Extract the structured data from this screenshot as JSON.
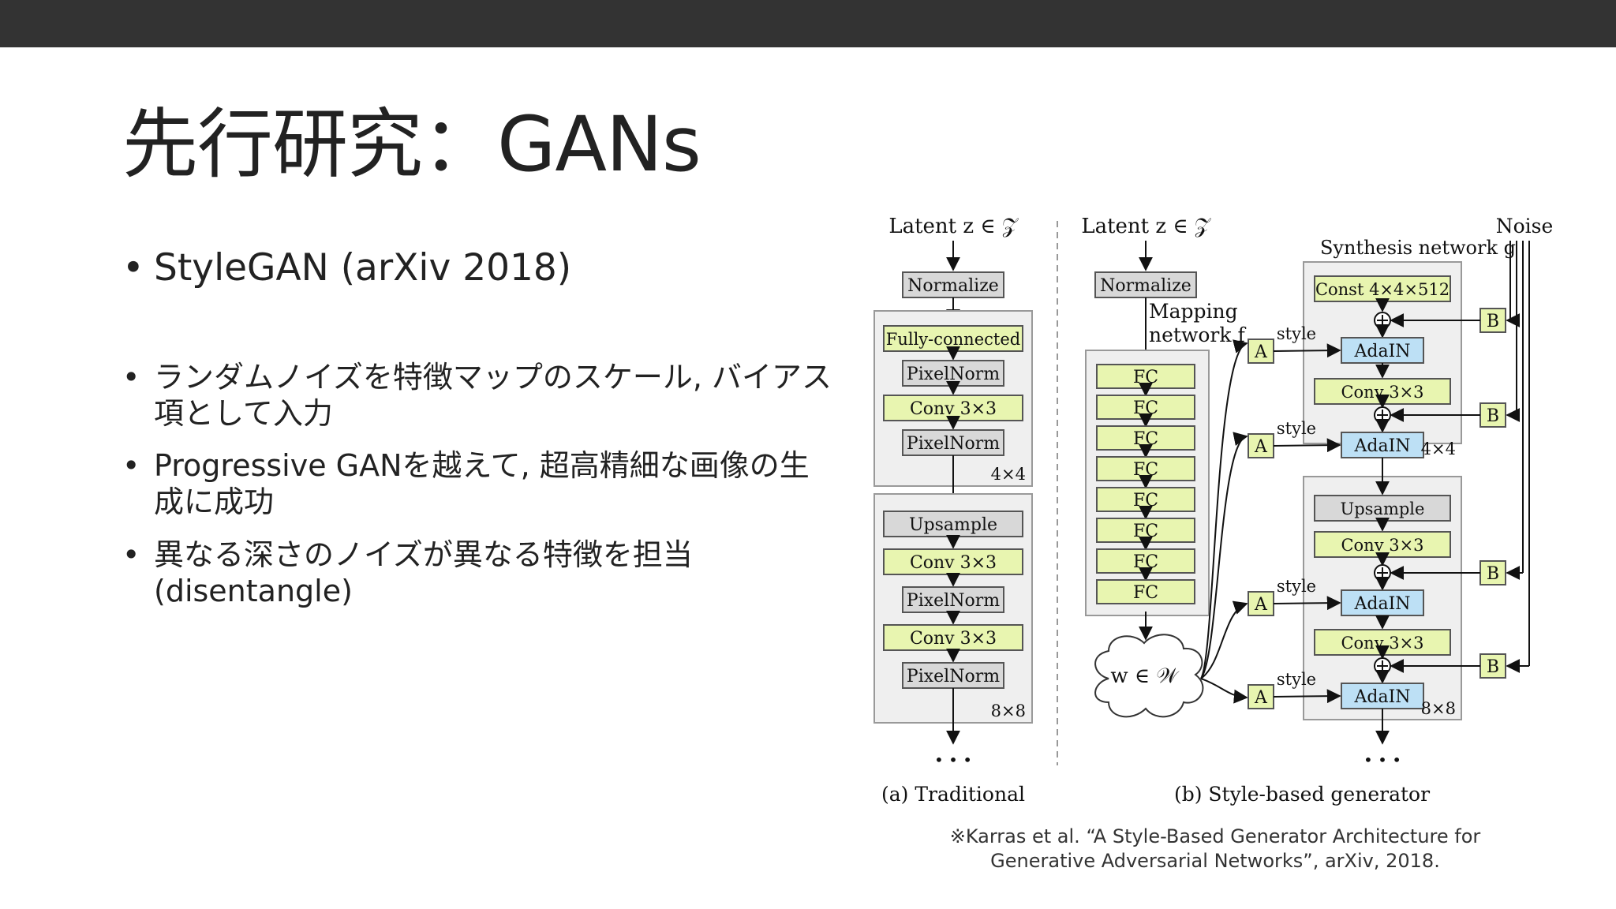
{
  "slide": {
    "title": "先行研究：GANs",
    "bullets": [
      {
        "text": "StyleGAN (arXiv 2018)"
      },
      {
        "text": "ランダムノイズを特徴マップのスケール, バイアス項として入力"
      },
      {
        "text": "Progressive GANを越えて, 超高精細な画像の生成に成功"
      },
      {
        "text": "異なる深さのノイズが異なる特徴を担当(disentangle)"
      }
    ],
    "bullet_symbol": "•"
  },
  "figure": {
    "trad": {
      "latent": "Latent  z ∈ 𝒵",
      "normalize": "Normalize",
      "fc": "Fully-connected",
      "pixelnorm": "PixelNorm",
      "conv": "Conv 3×3",
      "upsample": "Upsample",
      "res1": "4×4",
      "res2": "8×8",
      "dots": "• • •",
      "caption": "(a) Traditional"
    },
    "style": {
      "latent": "Latent  z ∈ 𝒵",
      "normalize": "Normalize",
      "mapping": [
        "Mapping",
        "network f"
      ],
      "fc": "FC",
      "w": "w ∈ 𝒲",
      "synthesis": "Synthesis network g",
      "noise": "Noise",
      "const": "Const 4×4×512",
      "adain": "AdaIN",
      "conv": "Conv 3×3",
      "upsample": "Upsample",
      "a": "A",
      "b": "B",
      "style_label": "style",
      "res1": "4×4",
      "res2": "8×8",
      "dots": "• • •",
      "caption": "(b) Style-based generator"
    }
  },
  "citation": {
    "line1": "※Karras et al. “A Style-Based Generator Architecture for",
    "line2": "Generative Adversarial Networks”, arXiv, 2018."
  },
  "colors": {
    "topbar": "#333333",
    "fc_fill": "#e8f5b0",
    "adain_fill": "#bde0f5",
    "gray_fill": "#d8d8d8",
    "panel_fill": "#efefef"
  }
}
